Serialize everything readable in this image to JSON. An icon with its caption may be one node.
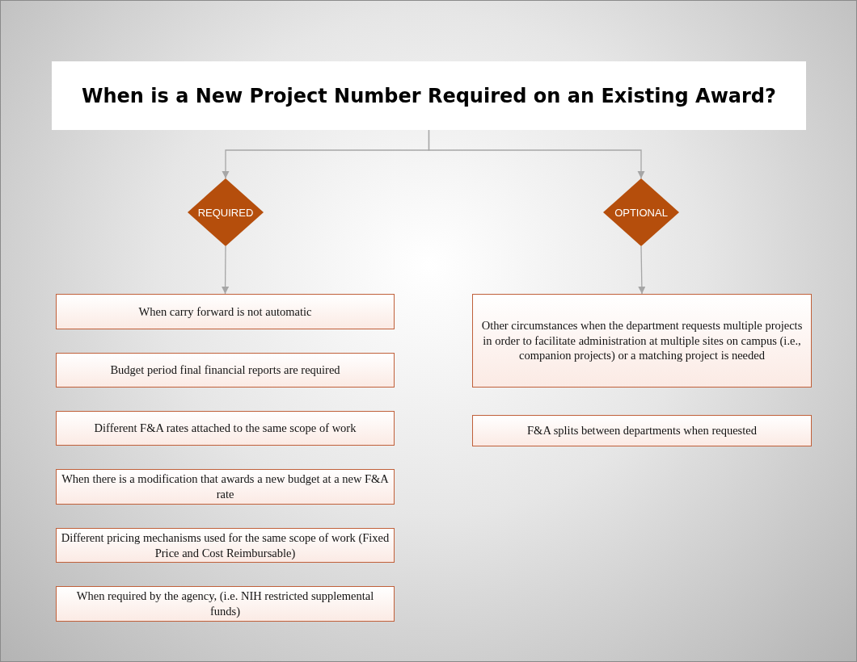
{
  "diagram": {
    "title": "When is a New Project Number Required on an Existing Award?",
    "nodes": [
      {
        "text": [
          "REQUIRED"
        ]
      },
      {
        "text": [
          "OPTIONAL"
        ]
      },
      {
        "text": [
          "When carry forward is not automatic"
        ]
      },
      {
        "text": [
          "Budget period final financial reports are required"
        ]
      },
      {
        "text": [
          "Different F&A rates attached to the same scope of work"
        ]
      },
      {
        "text": [
          "When there is a modification that awards a new budget at a new F&A rate"
        ]
      },
      {
        "text": [
          "Different pricing mechanisms used for the same scope of work (Fixed Price and Cost Reimbursable)"
        ]
      },
      {
        "text": [
          "When required by the agency, (i.e. NIH restricted supplemental funds)"
        ]
      },
      {
        "text": [
          "Other circumstances when the department requests multiple projects in order to facilitate administration at multiple sites on campus (i.e., companion projects) or a matching project is needed"
        ]
      },
      {
        "text": [
          "F&A splits between departments when requested"
        ]
      }
    ],
    "edges": [
      {
        "from": null,
        "to": 0,
        "arrow": "to"
      },
      {
        "from": null,
        "to": 1,
        "arrow": "to"
      },
      {
        "from": 0,
        "to": 2,
        "arrow": "to"
      },
      {
        "from": 1,
        "to": 8,
        "arrow": "to"
      }
    ]
  }
}
